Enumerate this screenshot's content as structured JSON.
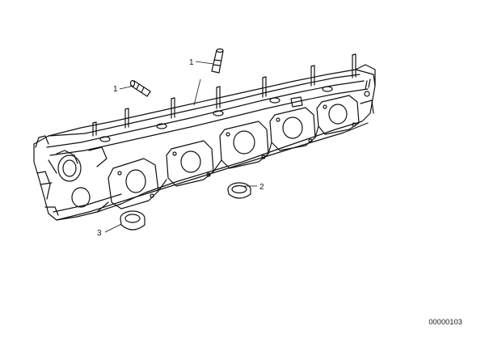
{
  "callouts": {
    "c1a": "1",
    "c1b": "1",
    "c2": "2",
    "c3": "3"
  },
  "drawing_number": "00000103",
  "icons": [
    "cylinder-head",
    "guide-tube",
    "seal-ring",
    "thrust-ring"
  ]
}
